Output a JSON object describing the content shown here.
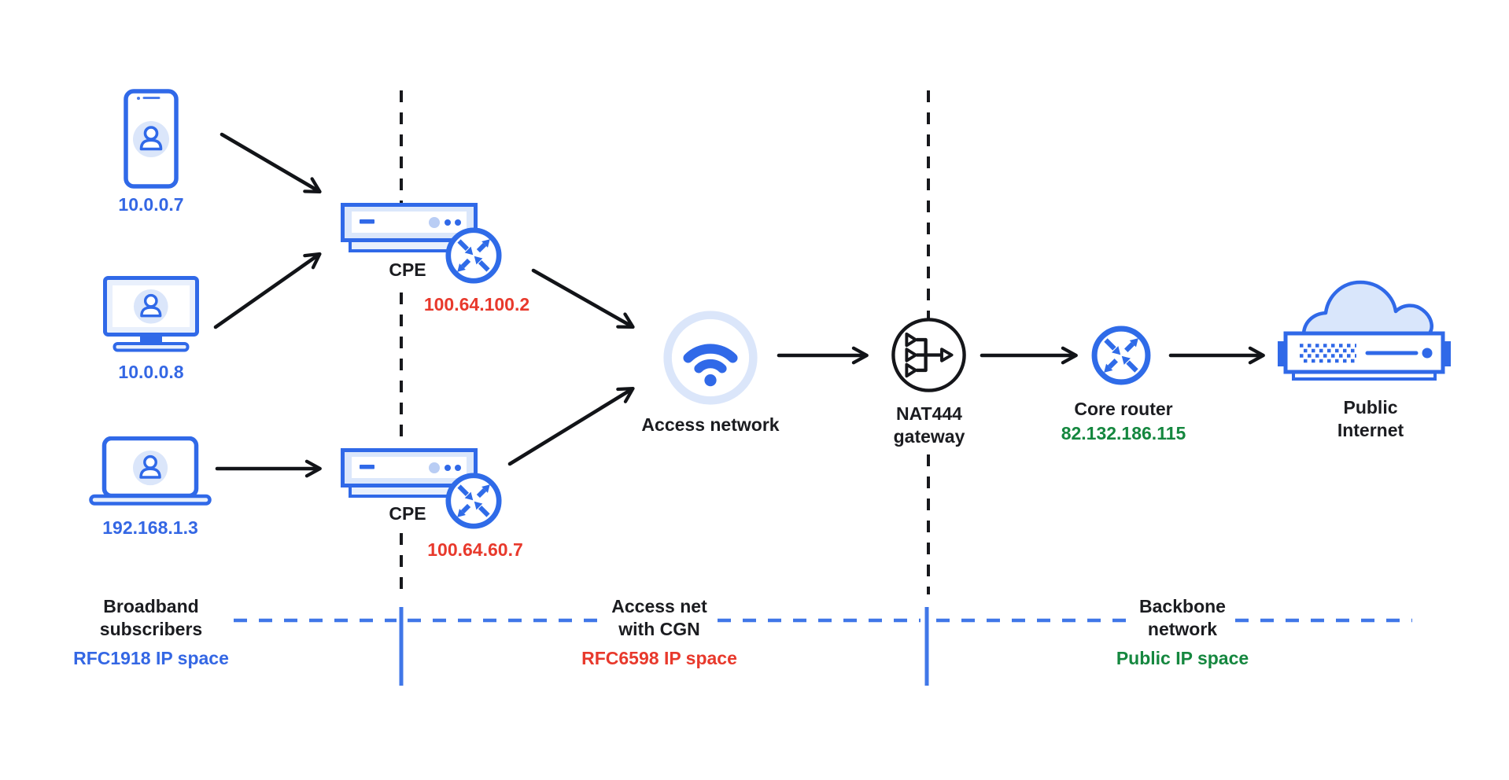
{
  "diagram": {
    "subscribers": {
      "phone_ip": "10.0.0.7",
      "monitor_ip": "10.0.0.8",
      "laptop_ip": "192.168.1.3"
    },
    "cpe_top": {
      "label": "CPE",
      "ip": "100.64.100.2"
    },
    "cpe_bottom": {
      "label": "CPE",
      "ip": "100.64.60.7"
    },
    "access_network": {
      "label": "Access network"
    },
    "nat444_gateway": {
      "label": "NAT444\ngateway"
    },
    "core_router": {
      "label": "Core router",
      "ip": "82.132.186.115"
    },
    "public_internet": {
      "label": "Public\nInternet"
    },
    "regions": {
      "broadband": {
        "name": "Broadband\nsubscribers",
        "ip_space": "RFC1918 IP space"
      },
      "access": {
        "name": "Access net\nwith CGN",
        "ip_space": "RFC6598 IP space"
      },
      "backbone": {
        "name": "Backbone\nnetwork",
        "ip_space": "Public IP space"
      }
    },
    "colors": {
      "blue": "#3069e8",
      "light_blue": "#dbe6fa",
      "pale_blue_fill": "#e9f0fc",
      "red": "#e8392c",
      "green": "#15873f",
      "black": "#1b1c20"
    }
  }
}
